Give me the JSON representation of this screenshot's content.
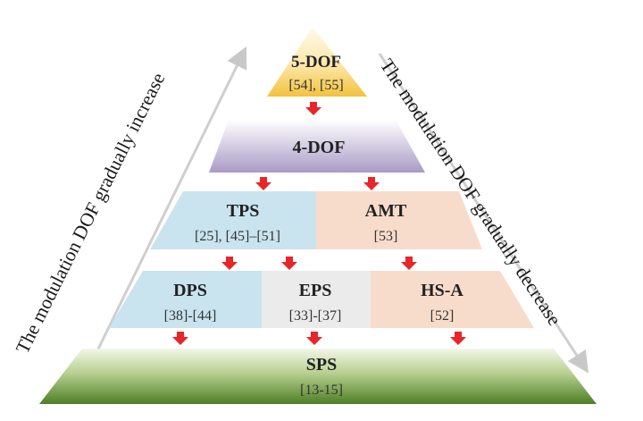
{
  "side_labels": {
    "left": "The modulation DOF gradually increase",
    "right": "The modulation DOF gradually decrease"
  },
  "levels": {
    "dof5": {
      "title": "5-DOF",
      "refs": "[54], [55]"
    },
    "dof4": {
      "title": "4-DOF"
    },
    "tps": {
      "title": "TPS",
      "refs": "[25], [45]–[51]"
    },
    "amt": {
      "title": "AMT",
      "refs": "[53]"
    },
    "dps": {
      "title": "DPS",
      "refs": "[38]-[44]"
    },
    "eps": {
      "title": "EPS",
      "refs": "[33]-[37]"
    },
    "hsa": {
      "title": "HS-A",
      "refs": "[52]"
    },
    "sps": {
      "title": "SPS",
      "refs": "[13-15]"
    }
  },
  "colors": {
    "gold": "#f2c23e",
    "lavender": "#a99bc6",
    "light_blue": "#c9e4ee",
    "peach": "#f8dccb",
    "light_gray": "#ebebeb",
    "olive_green": "#6f9a3a",
    "arrow_red": "#e8262a",
    "side_arrow": "#c8c8c8"
  }
}
